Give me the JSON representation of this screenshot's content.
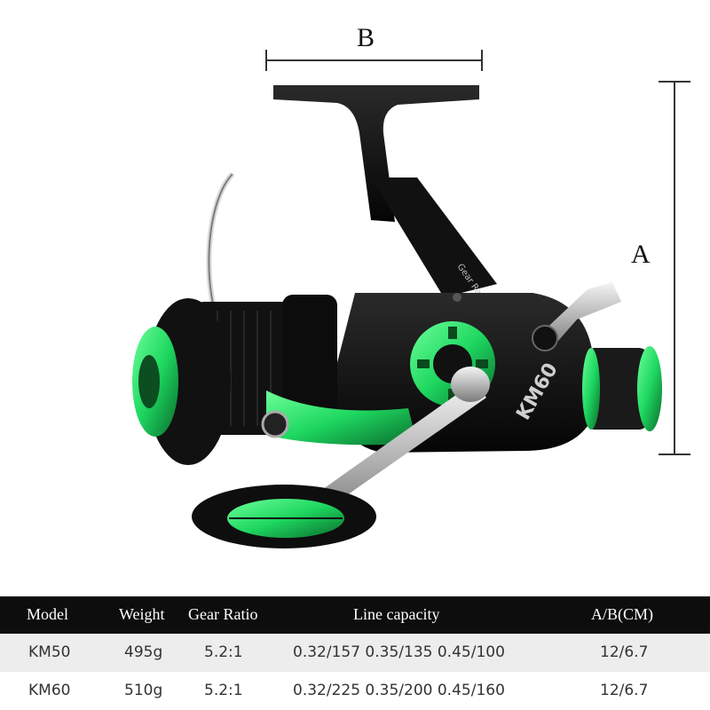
{
  "figure": {
    "dimension_labels": {
      "width": "B",
      "height": "A"
    },
    "reel_model_marking": "KM60",
    "colors": {
      "accent": "#1ed760",
      "body": "#141414",
      "handle": "#c8c8c8"
    }
  },
  "spec_table": {
    "headers": [
      "Model",
      "Weight",
      "Gear Ratio",
      "Line capacity",
      "A/B(CM)"
    ],
    "rows": [
      [
        "KM50",
        "495g",
        "5.2:1",
        "0.32/157 0.35/135 0.45/100",
        "12/6.7"
      ],
      [
        "KM60",
        "510g",
        "5.2:1",
        "0.32/225 0.35/200 0.45/160",
        "12/6.7"
      ]
    ]
  }
}
